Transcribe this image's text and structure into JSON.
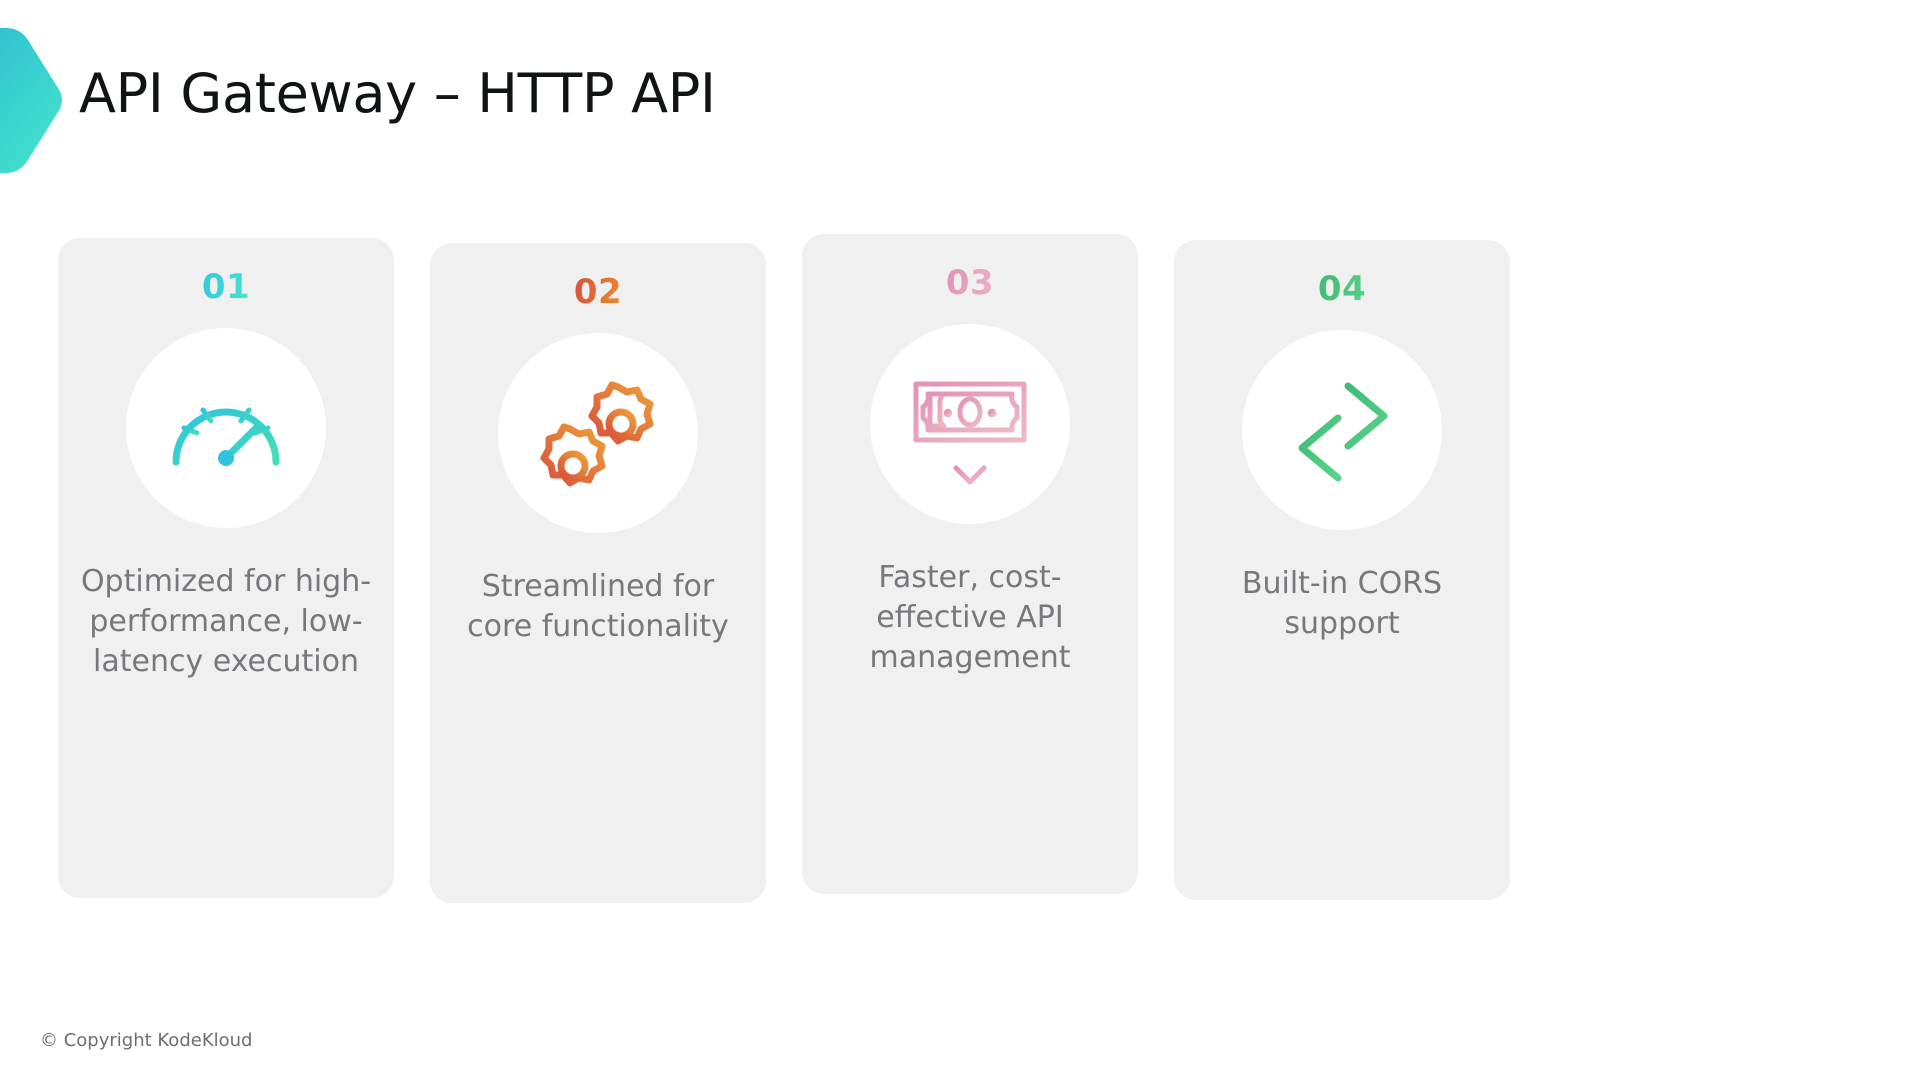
{
  "slide": {
    "title": "API Gateway – HTTP API",
    "background_color": "#ffffff",
    "accent_chevron_colors": [
      "#2bb7d4",
      "#3fe0c8"
    ]
  },
  "cards": [
    {
      "number": "01",
      "number_color": "#3fdcd2",
      "icon_name": "speedometer-icon",
      "icon_colors": [
        "#2fc3e0",
        "#45dfb4"
      ],
      "caption": "Optimized for high-performance, low-latency execution"
    },
    {
      "number": "02",
      "number_color": "#e0642f",
      "icon_name": "gears-icon",
      "icon_colors": [
        "#d9503c",
        "#eda03a"
      ],
      "caption": "Streamlined for core functionality"
    },
    {
      "number": "03",
      "number_color": "#e5a0c0",
      "icon_name": "banknote-down-arrow-icon",
      "icon_colors": [
        "#e193b7",
        "#eab0c6"
      ],
      "caption": "Faster, cost-effective API management"
    },
    {
      "number": "04",
      "number_color": "#4cc47c",
      "icon_name": "exchange-arrows-icon",
      "icon_colors": [
        "#3ebb74",
        "#58cf87"
      ],
      "caption": "Built-in CORS support"
    }
  ],
  "footer": {
    "copyright": "© Copyright KodeKloud"
  }
}
